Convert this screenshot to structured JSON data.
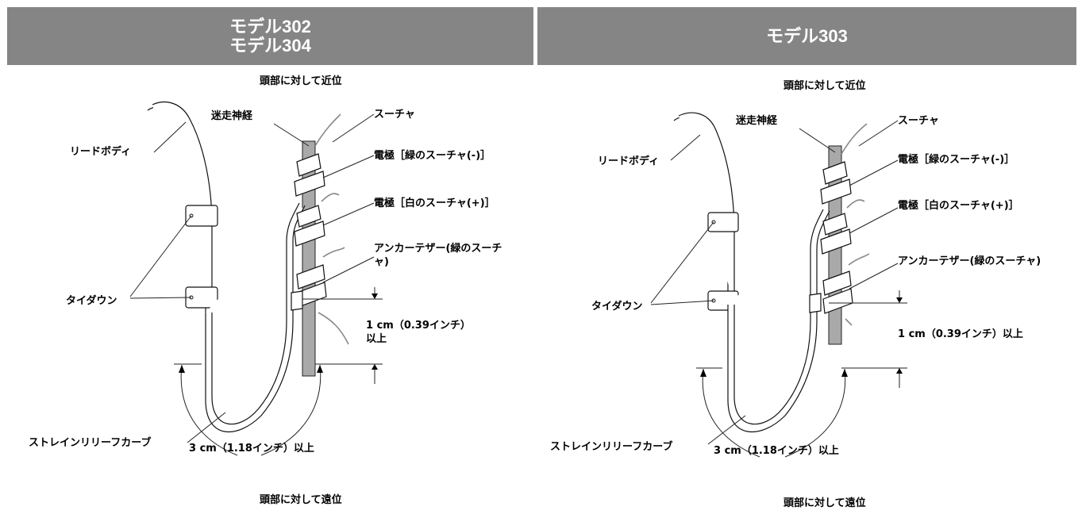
{
  "left_panel": {
    "title_line1": "モデル302",
    "title_line2": "モデル304",
    "proximal": "頭部に対して近位",
    "distal": "頭部に対して遠位",
    "vagus": "迷走神経",
    "suture": "スーチャ",
    "lead_body": "リードボディ",
    "electrode_neg": "電極［緑のスーチャ(-)］",
    "electrode_pos": "電極［白のスーチャ(+)］",
    "anchor_tether": "アンカーテザー(緑のスーチャ)",
    "tie_down": "タイダウン",
    "distance_1cm": "1 cm（0.39インチ）以上",
    "strain_relief": "ストレインリリーフカーブ",
    "distance_3cm": "3 cm（1.18インチ）以上"
  },
  "right_panel": {
    "title": "モデル303",
    "proximal": "頭部に対して近位",
    "distal": "頭部に対して遠位",
    "vagus": "迷走神経",
    "suture": "スーチャ",
    "lead_body": "リードボディ",
    "electrode_neg": "電極［緑のスーチャ(-)］",
    "electrode_pos": "電極［白のスーチャ(+)］",
    "anchor_tether": "アンカーテザー(緑のスーチャ)",
    "tie_down": "タイダウン",
    "distance_1cm": "1 cm（0.39インチ）以上",
    "strain_relief": "ストレインリリーフカーブ",
    "distance_3cm": "3 cm（1.18インチ）以上"
  },
  "colors": {
    "header_bg": "#858585",
    "header_text": "#ffffff",
    "nerve": "#a9a9a9"
  }
}
